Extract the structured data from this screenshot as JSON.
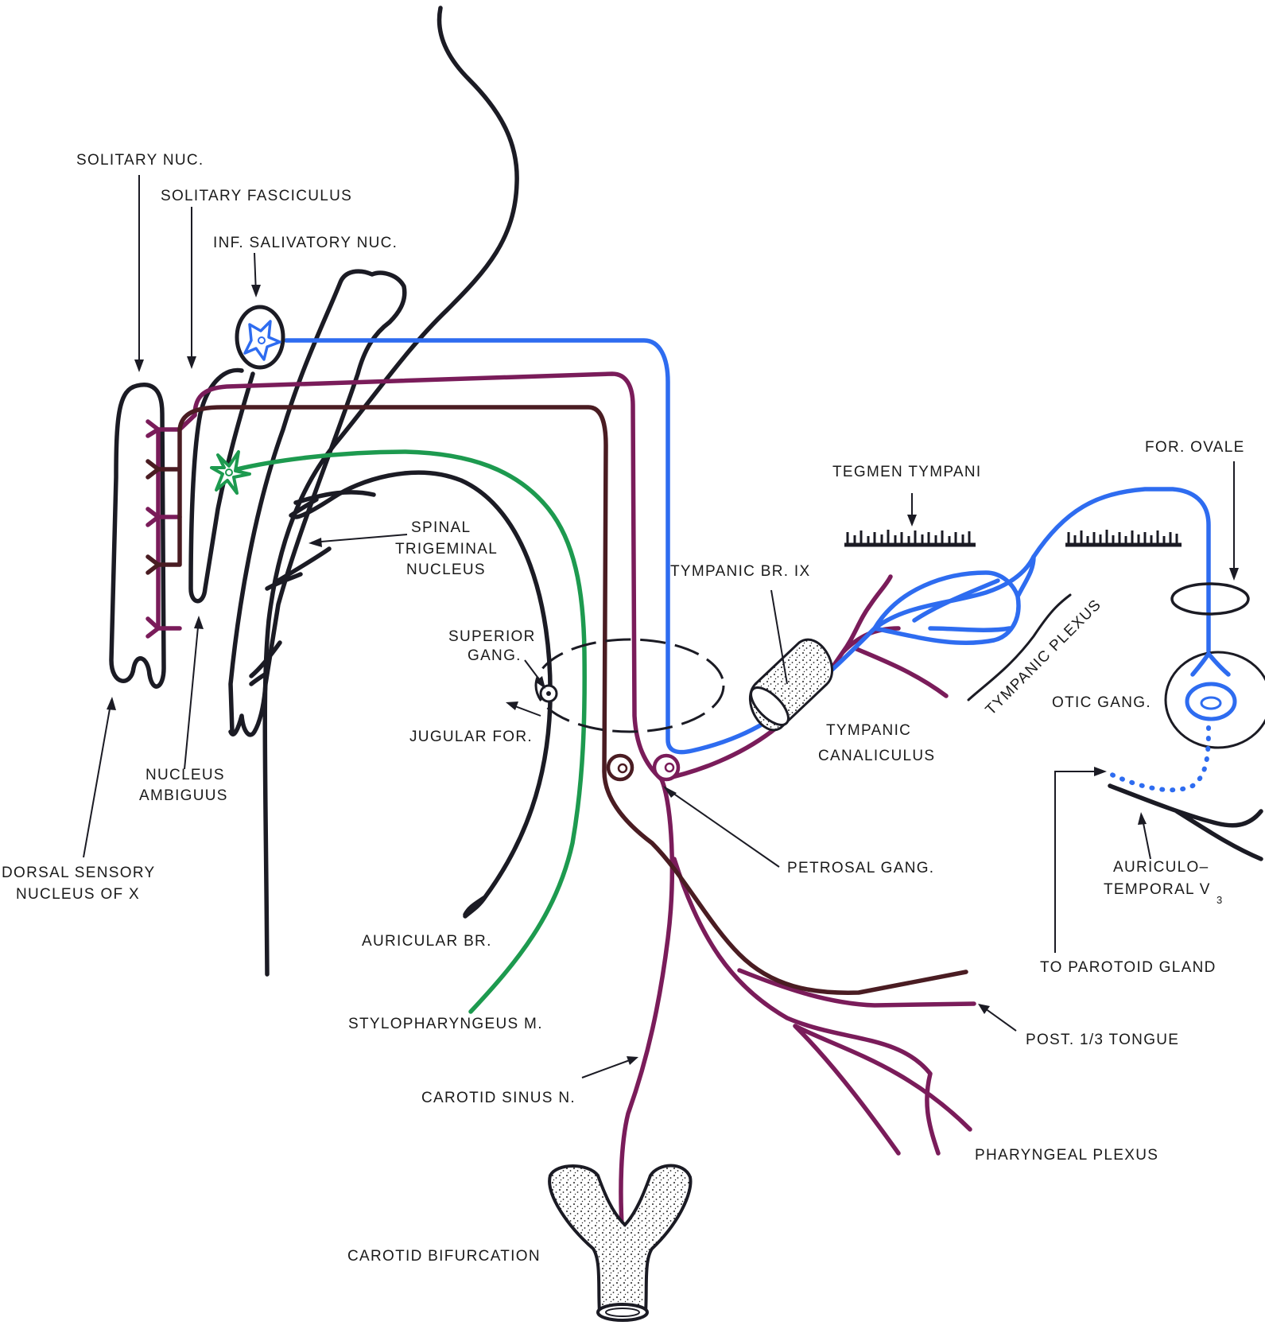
{
  "labels": {
    "solitary_nuc": "SOLITARY NUC.",
    "solitary_fasciculus": "SOLITARY FASCICULUS",
    "inf_salivatory_nuc": "INF. SALIVATORY NUC.",
    "spinal_trigeminal_1": "SPINAL",
    "spinal_trigeminal_2": "TRIGEMINAL",
    "spinal_trigeminal_3": "NUCLEUS",
    "superior_gang_1": "SUPERIOR",
    "superior_gang_2": "GANG.",
    "jugular_for": "JUGULAR FOR.",
    "tympanic_br": "TYMPANIC BR. IX",
    "tegmen_tympani": "TEGMEN TYMPANI",
    "for_ovale": "FOR. OVALE",
    "tympanic_plexus": "TYMPANIC PLEXUS",
    "otic_gang": "OTIC GANG.",
    "tympanic_canaliculus_1": "TYMPANIC",
    "tympanic_canaliculus_2": "CANALICULUS",
    "nucleus_ambiguus_1": "NUCLEUS",
    "nucleus_ambiguus_2": "AMBIGUUS",
    "dorsal_sensory_1": "DORSAL SENSORY",
    "dorsal_sensory_2": "NUCLEUS OF X",
    "petrosal_gang": "PETROSAL GANG.",
    "auriculo_temporal_1": "AURICULO–",
    "auriculo_temporal_2": "TEMPORAL V",
    "auriculo_temporal_sub": "3",
    "auricular_br": "AURICULAR BR.",
    "to_parotoid_gland": "TO PAROTOID GLAND",
    "stylopharyngeus": "STYLOPHARYNGEUS M.",
    "post_tongue": "POST. 1/3 TONGUE",
    "carotid_sinus_n": "CAROTID SINUS N.",
    "pharyngeal_plexus": "PHARYNGEAL PLEXUS",
    "carotid_bifurcation": "CAROTID BIFURCATION"
  },
  "colors": {
    "outline": "#1b1b24",
    "general_sensory": "#7a1c5a",
    "visceral_sensory": "#4a1c22",
    "parasympathetic": "#2e6cf0",
    "branchial_motor": "#1d9a4f"
  }
}
